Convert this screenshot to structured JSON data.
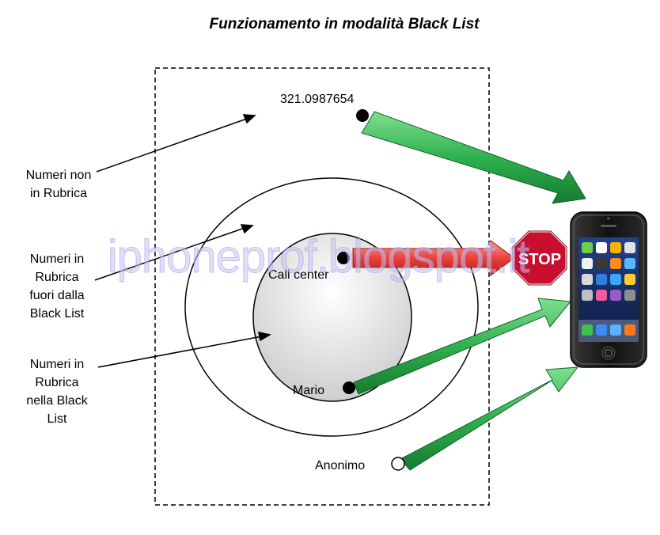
{
  "diagram": {
    "title": "Funzionamento in modalità Black List",
    "labels": {
      "numeri_non_in_rubrica": [
        "Numeri non",
        "in Rubrica"
      ],
      "numeri_fuori_black_list": [
        "Numeri in",
        "Rubrica",
        "fuori dalla",
        "Black List"
      ],
      "numeri_nella_black_list": [
        "Numeri in",
        "Rubrica",
        "nella Black",
        "List"
      ]
    },
    "callers": {
      "unknown_number": "321.0987654",
      "call_center": "Call center",
      "mario": "Mario",
      "anonimo": "Anonimo"
    },
    "stop_sign": "STOP",
    "watermark": "iphoneprof.blogspot.it",
    "colors": {
      "allowed_arrow": "#2fb14f",
      "blocked_arrow": "#e8423a",
      "stop_sign": "#c8102e",
      "inner_circle": "#d9d9d9"
    }
  }
}
